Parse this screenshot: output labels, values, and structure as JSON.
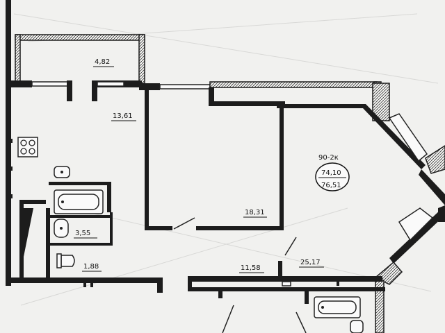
{
  "plan": {
    "apartment_code": "90-2к",
    "area_living": "74,10",
    "area_total": "76,51",
    "rooms": [
      {
        "id": "balcony",
        "area": "4,82"
      },
      {
        "id": "kitchen",
        "area": "13,61"
      },
      {
        "id": "bedroom",
        "area": "18,31"
      },
      {
        "id": "living",
        "area": "25,17"
      },
      {
        "id": "hall",
        "area": "11,58"
      },
      {
        "id": "bathroom",
        "area": "3,55"
      },
      {
        "id": "wc",
        "area": "1,88"
      }
    ]
  }
}
